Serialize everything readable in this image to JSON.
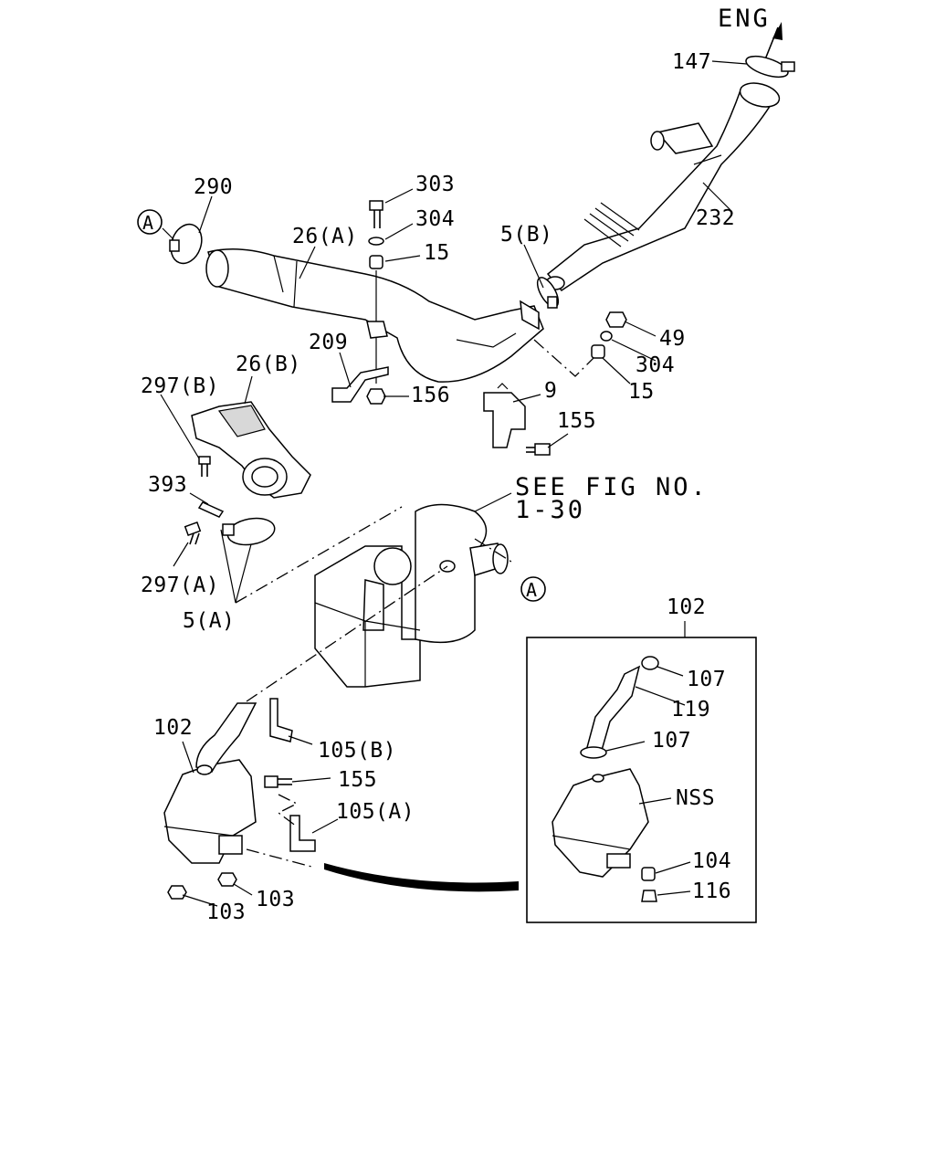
{
  "labels": {
    "eng": "ENG",
    "p147": "147",
    "p232": "232",
    "p290": "290",
    "p303": "303",
    "p304a": "304",
    "p15a": "15",
    "p26a": "26(A)",
    "p5b": "5(B)",
    "p49": "49",
    "p304b": "304",
    "p15b": "15",
    "p209": "209",
    "p156": "156",
    "p9": "9",
    "p155a": "155",
    "p297b": "297(B)",
    "p26b": "26(B)",
    "p393": "393",
    "p297a": "297(A)",
    "p5a": "5(A)",
    "see_fig_1": "SEE FIG NO.",
    "see_fig_2": "1-30",
    "ref_a1": "A",
    "ref_a2": "A",
    "p102a": "102",
    "p105b": "105(B)",
    "p155b": "155",
    "p105a": "105(A)",
    "p103a": "103",
    "p103b": "103",
    "p102b": "102",
    "p107a": "107",
    "p119": "119",
    "p107b": "107",
    "nss": "NSS",
    "p104": "104",
    "p116": "116"
  }
}
